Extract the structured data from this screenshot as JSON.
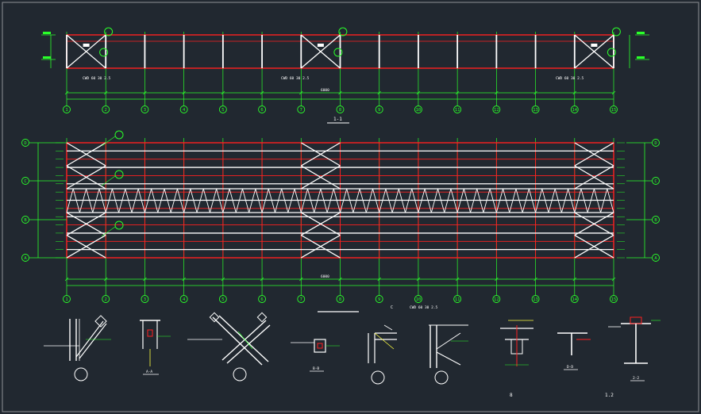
{
  "colors": {
    "background": "#212830",
    "frame": "#8e9296",
    "structure": "#ff2020",
    "member": "#ffffff",
    "dimension": "#2aff2a",
    "accent": "#ffff40",
    "magenta": "#ff40ff",
    "cyan": "#40e0ff"
  },
  "elevation": {
    "title": "1-1",
    "note_labels": [
      "CWD 60 30 2.5",
      "CWD 60 30 2.5",
      "CWD 60 30 2.5"
    ],
    "span_label": "6000"
  },
  "plan": {
    "section_mark": "C",
    "note_label": "CWD 60 30 2.5",
    "row_axes": [
      "D",
      "C",
      "B",
      "A"
    ],
    "span_label": "6000"
  },
  "column_axes": [
    "1",
    "2",
    "3",
    "4",
    "5",
    "6",
    "7",
    "8",
    "9",
    "10",
    "11",
    "12",
    "13",
    "14",
    "15"
  ],
  "details": {
    "labels": [
      "A-A",
      "B-B",
      "D-D",
      "2-2"
    ],
    "scale_a": "8",
    "scale_b": "1.2"
  }
}
